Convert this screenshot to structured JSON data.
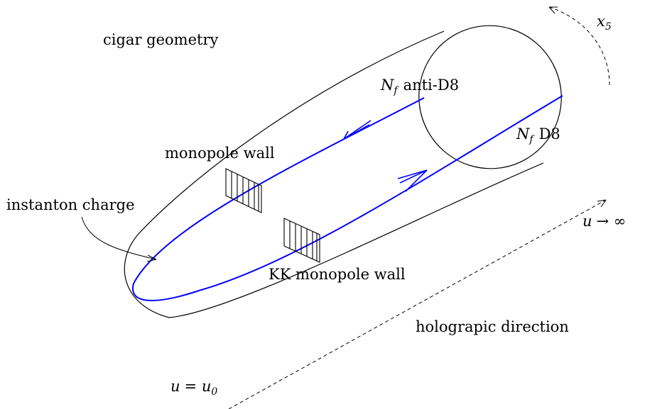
{
  "labels": {
    "cigar_geometry": "cigar geometry",
    "monopole_wall": "monopole wall",
    "instanton_charge": "instanton charge",
    "kk_monopole_wall": "KK monopole wall",
    "holographic_direction": "holograpic direction",
    "x5_symbol": "x",
    "x5_sub": "5",
    "u_infinity_u": "u",
    "u_infinity_rest": "→ ∞",
    "u0_u": "u",
    "u0_eq": "= ",
    "u0_u2": "u",
    "u0_sub": "0",
    "nf_anti_N": "N",
    "nf_anti_sub": "f",
    "nf_anti_text": "anti-D8",
    "nf_d8_N": "N",
    "nf_d8_sub": "f",
    "nf_d8_text": "D8"
  },
  "colors": {
    "brane": "#0000ff",
    "outline": "#000000"
  }
}
